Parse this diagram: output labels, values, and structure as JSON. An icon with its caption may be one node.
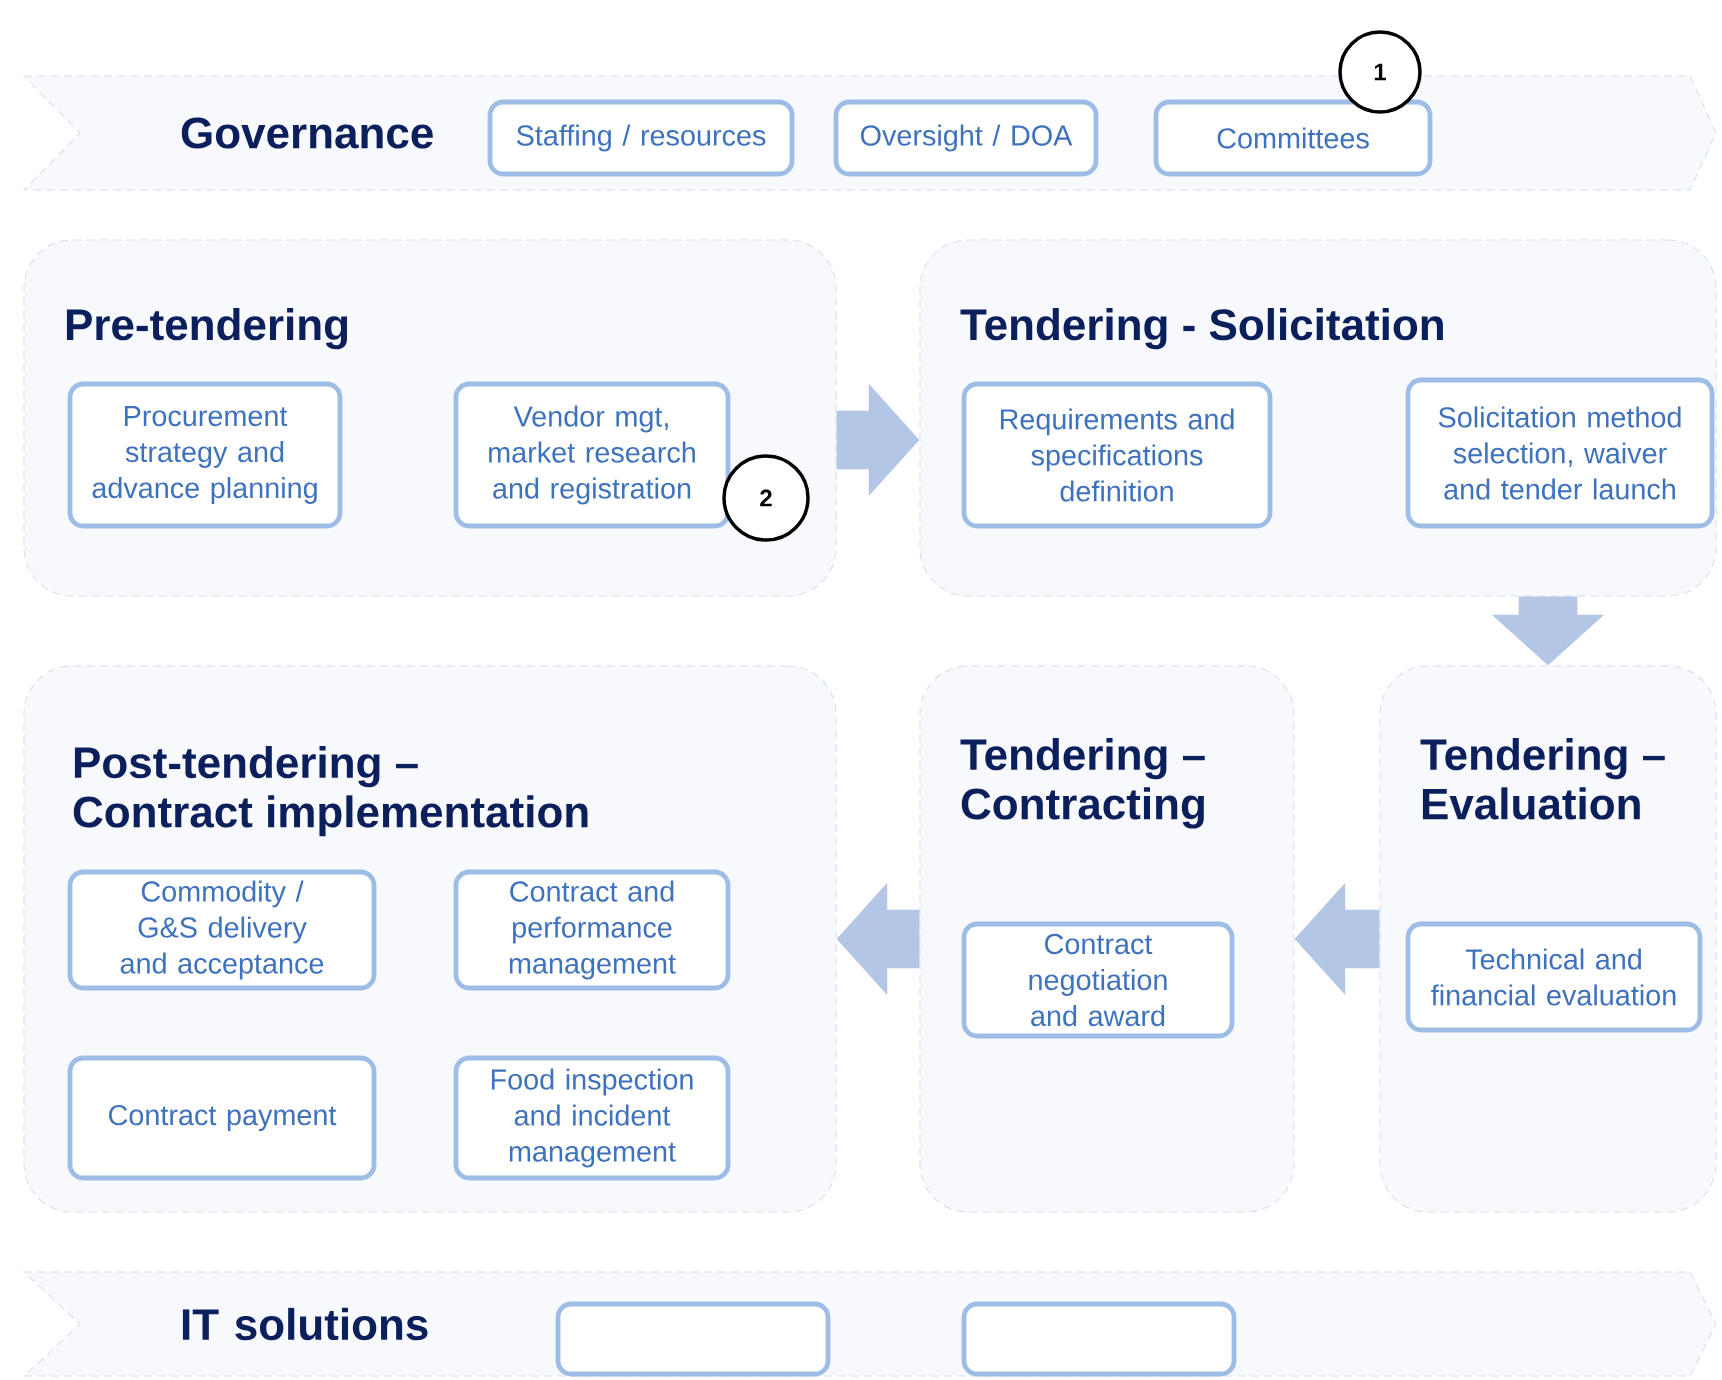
{
  "diagram": {
    "nodes": [
      {
        "text": [
          "Governance"
        ]
      },
      {
        "text": [
          "Staffing / resources"
        ],
        "in": 0
      },
      {
        "text": [
          "Oversight / DOA"
        ],
        "in": 0
      },
      {
        "text": [
          "Committees"
        ],
        "in": 0
      },
      {
        "text": [
          "Pre-tendering"
        ]
      },
      {
        "text": [
          "Procurement strategy and advance planning"
        ],
        "in": 4
      },
      {
        "text": [
          "Vendor mgt, market research and registration"
        ],
        "in": 4
      },
      {
        "text": [
          "Tendering - Solicitation"
        ]
      },
      {
        "text": [
          "Requirements and specifications definition"
        ],
        "in": 7
      },
      {
        "text": [
          "Solicitation method selection, waiver and tender launch"
        ],
        "in": 7
      },
      {
        "text": [
          "Tendering – Evaluation"
        ]
      },
      {
        "text": [
          "Technical and financial evaluation"
        ],
        "in": 10
      },
      {
        "text": [
          "Tendering – Contracting"
        ]
      },
      {
        "text": [
          "Contract negotiation and award"
        ],
        "in": 12
      },
      {
        "text": [
          "Post-tendering – Contract implementation"
        ]
      },
      {
        "text": [
          "Commodity / G&S delivery and acceptance"
        ],
        "in": 14
      },
      {
        "text": [
          "Contract and performance management"
        ],
        "in": 14
      },
      {
        "text": [
          "Contract payment"
        ],
        "in": 14
      },
      {
        "text": [
          "Food inspection and incident management"
        ],
        "in": 14
      },
      {
        "text": [
          "IT solutions"
        ]
      },
      {
        "text": [],
        "shape": "box",
        "in": 19
      },
      {
        "text": [],
        "shape": "box",
        "in": 19
      },
      {
        "text": [
          "1"
        ]
      },
      {
        "text": [
          "2"
        ],
        "in": 4
      }
    ],
    "edges": [
      {
        "from": 4,
        "to": 7,
        "arrow": "to"
      },
      {
        "from": 7,
        "to": 10,
        "arrow": "to"
      },
      {
        "from": 10,
        "to": 12,
        "arrow": "to"
      },
      {
        "from": 12,
        "to": 14,
        "arrow": "to"
      }
    ]
  }
}
